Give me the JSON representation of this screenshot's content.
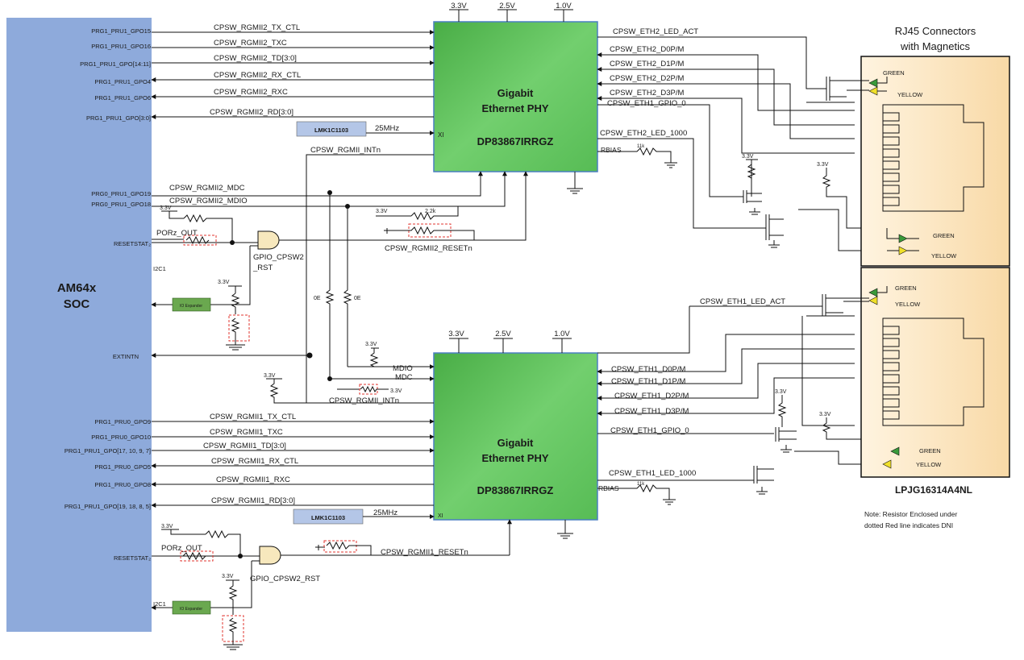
{
  "soc": {
    "title_line1": "AM64x",
    "title_line2": "SOC",
    "pins_top": [
      "PRG1_PRU1_GPO15",
      "PRG1_PRU1_GPO16",
      "PRG1_PRU1_GPO[14:11]",
      "PRG1_PRU1_GPO4",
      "PRG1_PRU1_GPO6",
      "PRG1_PRU1_GPO[3:0]"
    ],
    "pins_mdio": [
      "PRG0_PRU1_GPO19",
      "PRG0_PRU1_GPO18"
    ],
    "pin_resetstat_top": "RESETSTAT₂",
    "pin_i2c1_top": "I2C1",
    "pin_extintn": "EXTINTN",
    "pins_bottom": [
      "PRG1_PRU0_GPO9",
      "PRG1_PRU0_GPO10",
      "PRG1_PRU1_GPO[17, 10, 9, 7]",
      "PRG1_PRU0_GPO5",
      "PRG1_PRU0_GPO8",
      "PRG1_PRU1_GPO[19, 18, 8, 5]"
    ],
    "pin_resetstat_bottom": "RESETSTAT₂",
    "pin_i2c1_bottom": "I2C1"
  },
  "phy": {
    "title_line1": "Gigabit",
    "title_line2": "Ethernet PHY",
    "part": "DP83867IRRGZ",
    "xi": "XI",
    "rbias": "RBIAS",
    "rails": [
      "3.3V",
      "2.5V",
      "1.0V"
    ]
  },
  "phy_top": {
    "left_signals": [
      "CPSW_RGMII2_TX_CTL",
      "CPSW_RGMII2_TXC",
      "CPSW_RGMII2_TD[3:0]",
      "CPSW_RGMII2_RX_CTL",
      "CPSW_RGMII2_RXC",
      "CPSW_RGMII2_RD[3:0]"
    ],
    "right_signals": [
      "CPSW_ETH2_LED_ACT",
      "CPSW_ETH2_D0P/M",
      "CPSW_ETH2_D1P/M",
      "CPSW_ETH2_D2P/M",
      "CPSW_ETH2_D3P/M",
      "CPSW_ETH1_GPIO_0",
      "CPSW_ETH2_LED_1000"
    ],
    "mdc": "CPSW_RGMII2_MDC",
    "mdio": "CPSW_RGMII2_MDIO",
    "intn": "CPSW_RGMII_INTn",
    "reset": "CPSW_RGMII2_RESETn",
    "gate": "GPIO_CPSW2\n_RST",
    "gate_line1": "GPIO_CPSW2",
    "gate_line2": "_RST"
  },
  "phy_bottom": {
    "left_signals": [
      "CPSW_RGMII1_TX_CTL",
      "CPSW_RGMII1_TXC",
      "CPSW_RGMII1_TD[3:0]",
      "CPSW_RGMII1_RX_CTL",
      "CPSW_RGMII1_RXC",
      "CPSW_RGMII1_RD[3:0]"
    ],
    "right_signals": [
      "CPSW_ETH1_LED_ACT",
      "CPSW_ETH1_D0P/M",
      "CPSW_ETH1_D1P/M",
      "CPSW_ETH1_D2P/M",
      "CPSW_ETH1_D3P/M",
      "CPSW_ETH1_GPIO_0",
      "CPSW_ETH1_LED_1000"
    ],
    "mdio": "MDIO",
    "mdc": "MDC",
    "intn": "CPSW_RGMII_INTn",
    "reset": "CPSW_RGMII1_RESETn",
    "gate": "GPIO_CPSW2_RST"
  },
  "clock": {
    "chip": "LMK1C1103",
    "freq": "25MHz"
  },
  "passives": {
    "v33": "3.3V",
    "r0e": "0E",
    "r11k": "11k",
    "r22k": "2.2k",
    "por": "PORz_OUT",
    "io_expander": "IO Expander"
  },
  "rj45": {
    "title_line1": "RJ45  Connectors",
    "title_line2": "with Magnetics",
    "part": "LPJG16314A4NL",
    "green": "GREEN",
    "yellow": "YELLOW"
  },
  "note": {
    "line1": "Note: Resistor Enclosed under",
    "line2": "dotted Red line indicates DNI"
  },
  "colors": {
    "soc_fill": "#8eaadb",
    "phy_fill_light": "#7fd77c",
    "phy_fill_dark": "#3fa33f",
    "phy_border": "#4a7fc1",
    "clock_fill": "#b4c6e7",
    "rj45_fill": "#fbe3bd",
    "io_expander_fill": "#6aa84f",
    "dni": "#e0342f",
    "led_green": "#3a9a3a",
    "led_yellow": "#f0e02a"
  }
}
